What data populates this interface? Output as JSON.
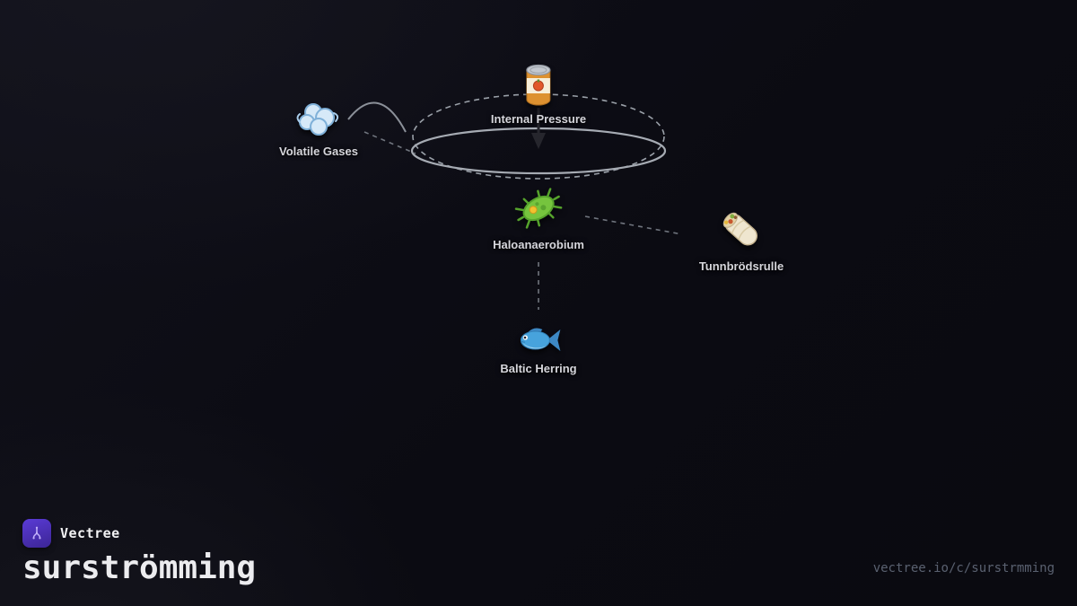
{
  "diagram": {
    "nodes": {
      "can": {
        "label": "Internal Pressure",
        "icon": "canned-food-icon"
      },
      "wind": {
        "label": "Volatile Gases",
        "icon": "wind-icon"
      },
      "microbe": {
        "label": "Haloanaerobium",
        "icon": "microbe-icon"
      },
      "wrap": {
        "label": "Tunnbrödsrulle",
        "icon": "wrap-icon"
      },
      "fish": {
        "label": "Baltic Herring",
        "icon": "fish-icon"
      }
    }
  },
  "footer": {
    "brand": "Vectree",
    "title": "surströmming",
    "url": "vectree.io/c/surstrmming"
  },
  "colors": {
    "background": "#0b0b12",
    "accent_purple": "#5a3bd6",
    "label_text": "#d6d6dc",
    "connector_gray": "#9aa0a8",
    "url_text": "#5a6170"
  }
}
